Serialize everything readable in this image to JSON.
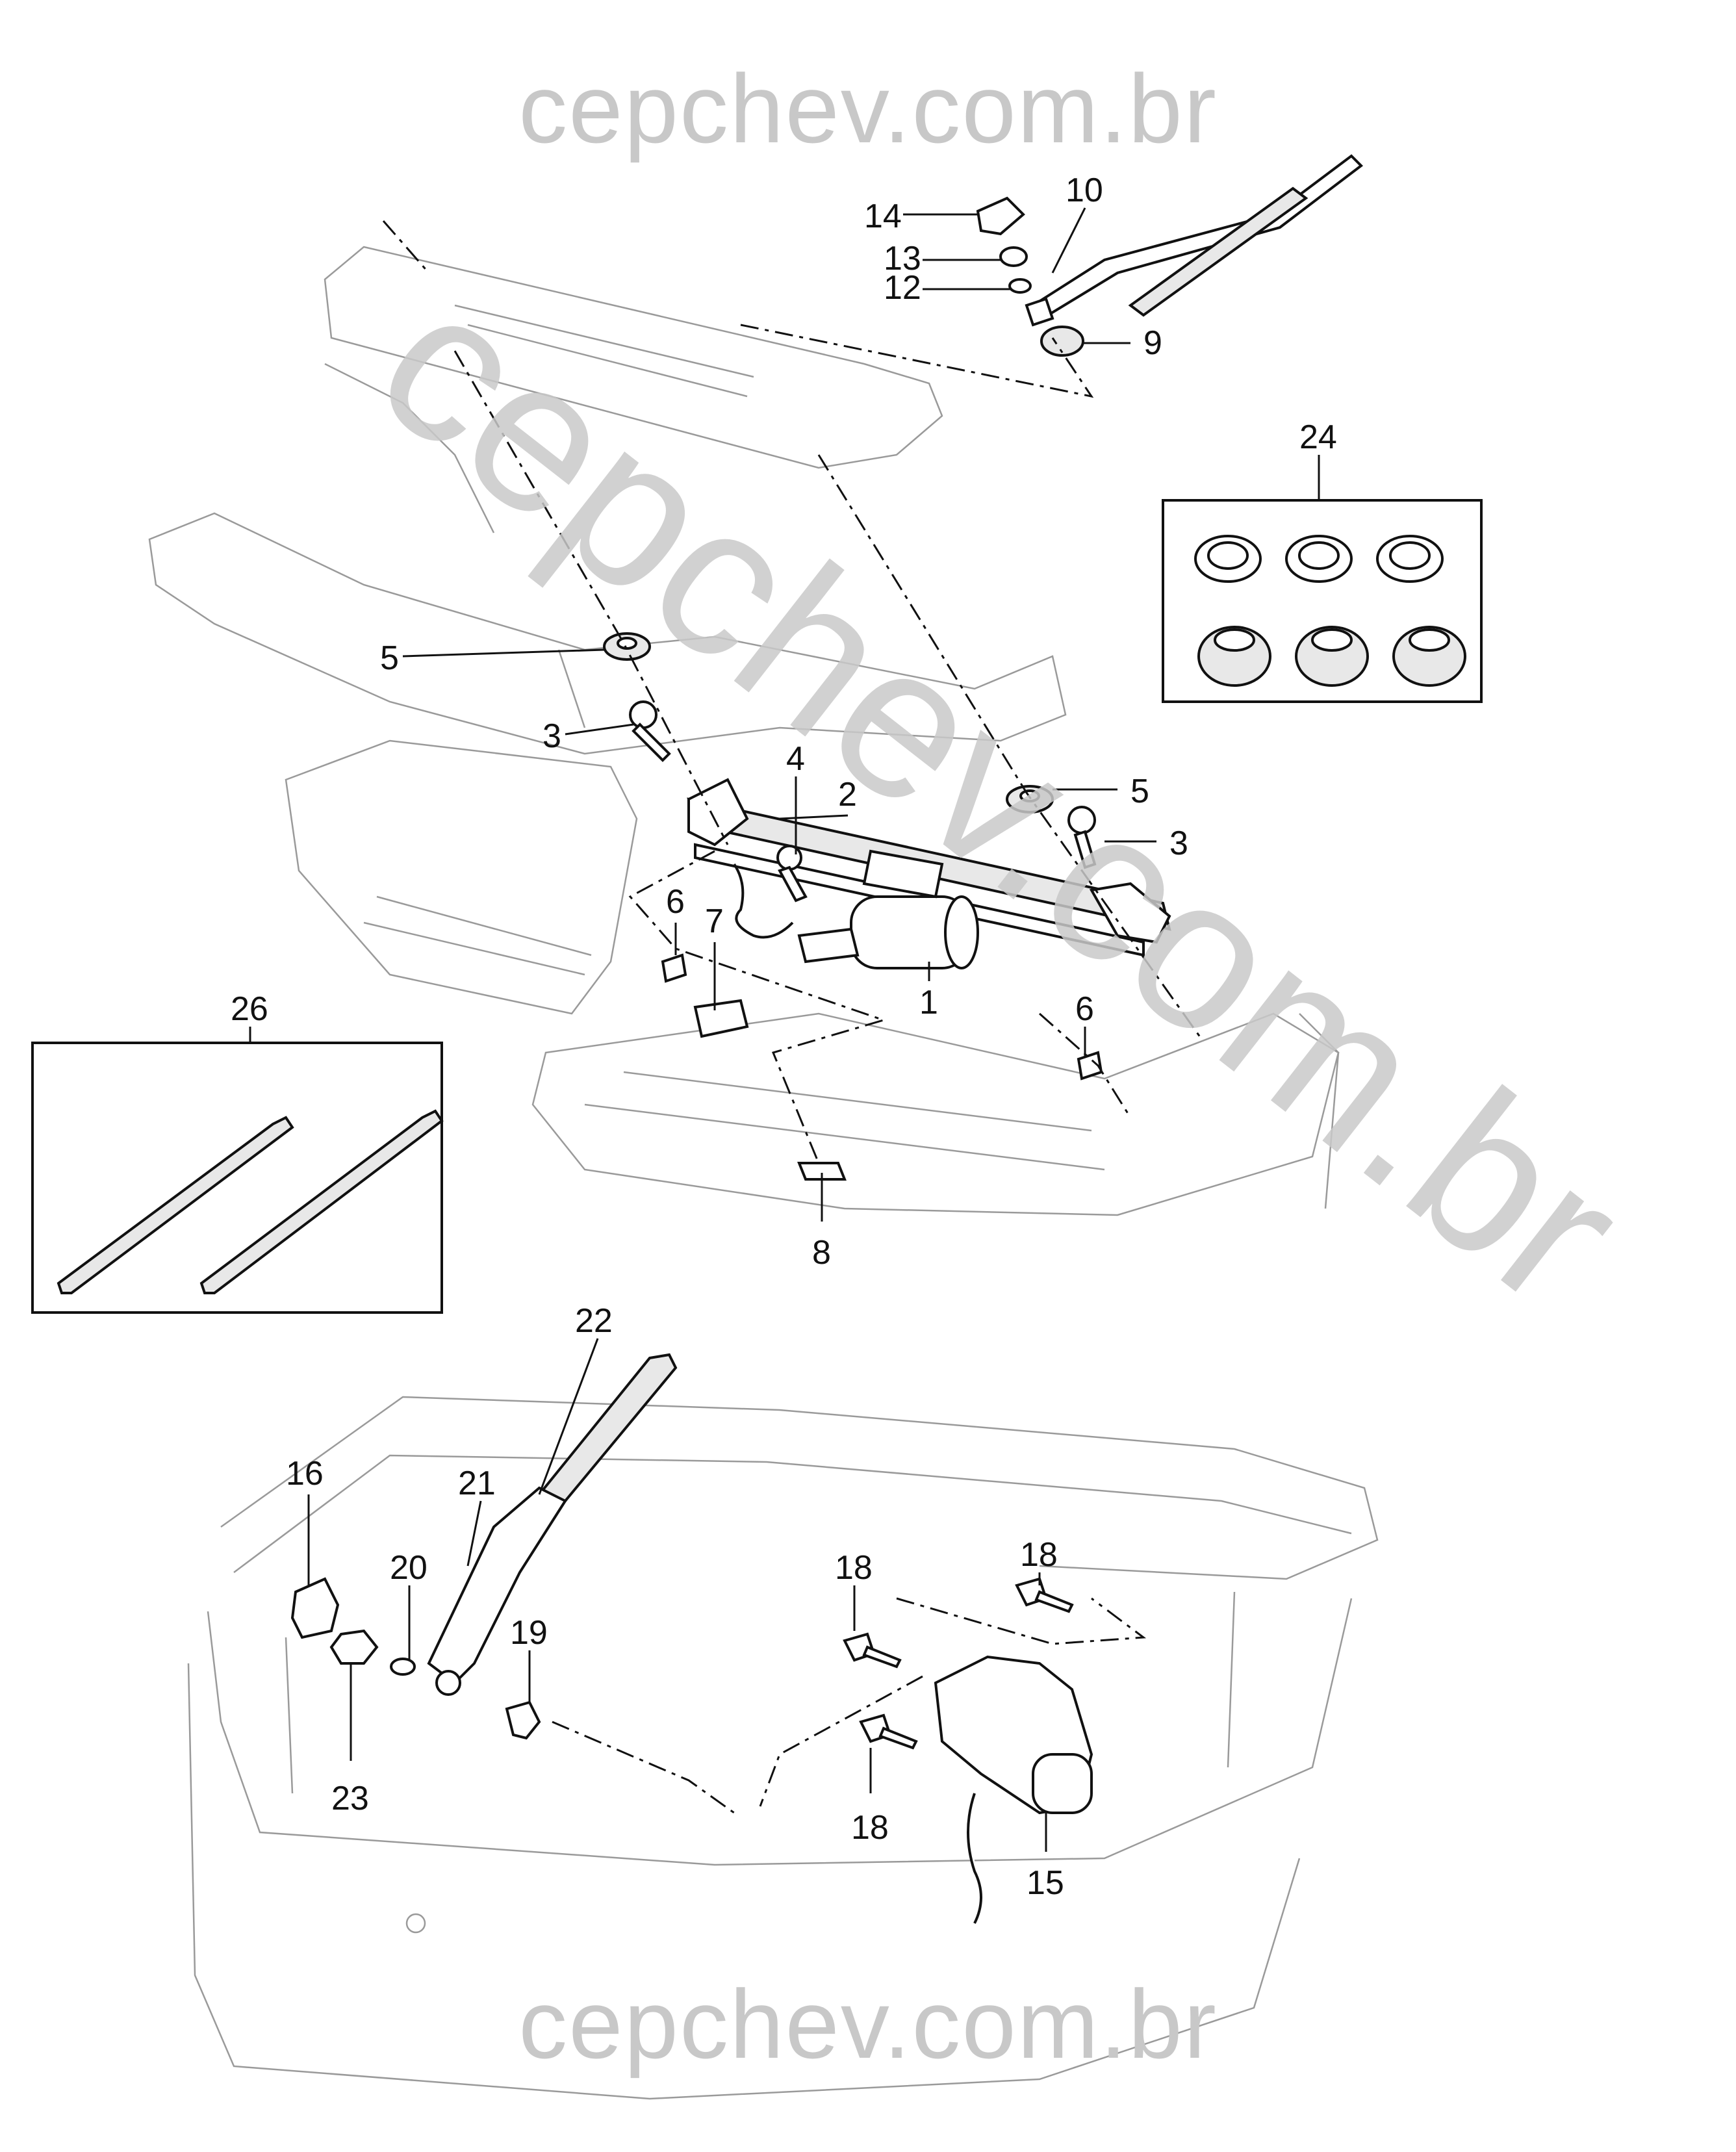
{
  "watermark": {
    "top": "cepchev.com.br",
    "diagonal": "cepchev.com.br",
    "bottom": "cepchev.com.br"
  },
  "callouts": {
    "c1": "1",
    "c2": "2",
    "c3a": "3",
    "c3b": "3",
    "c4": "4",
    "c5a": "5",
    "c5b": "5",
    "c6a": "6",
    "c6b": "6",
    "c7": "7",
    "c8": "8",
    "c9": "9",
    "c10": "10",
    "c12": "12",
    "c13": "13",
    "c14": "14",
    "c15": "15",
    "c16": "16",
    "c18a": "18",
    "c18b": "18",
    "c18c": "18",
    "c19": "19",
    "c20": "20",
    "c21": "21",
    "c22": "22",
    "c23": "23",
    "c24": "24",
    "c26": "26"
  }
}
